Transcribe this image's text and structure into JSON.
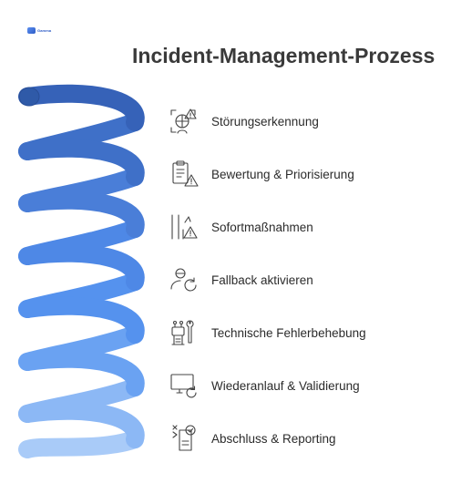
{
  "logo": {
    "text": "Gamma"
  },
  "title": "Incident-Management-Prozess",
  "steps": [
    {
      "label": "Störungserkennung",
      "icon": "scan-warning-icon"
    },
    {
      "label": "Bewertung & Priorisierung",
      "icon": "clipboard-warning-icon"
    },
    {
      "label": "Sofortmaßnahmen",
      "icon": "route-warning-icon"
    },
    {
      "label": "Fallback aktivieren",
      "icon": "user-refresh-icon"
    },
    {
      "label": "Technische Fehlerbehebung",
      "icon": "robot-wrench-icon"
    },
    {
      "label": "Wiederanlauf & Validierung",
      "icon": "monitor-refresh-icon"
    },
    {
      "label": "Abschluss & Reporting",
      "icon": "document-check-icon"
    }
  ],
  "colors": {
    "coil": [
      "#3662b8",
      "#3f70c8",
      "#4a7ed8",
      "#4e88e6",
      "#5592ee",
      "#6aa2f2",
      "#8cb8f5",
      "#a9cbf8"
    ]
  }
}
